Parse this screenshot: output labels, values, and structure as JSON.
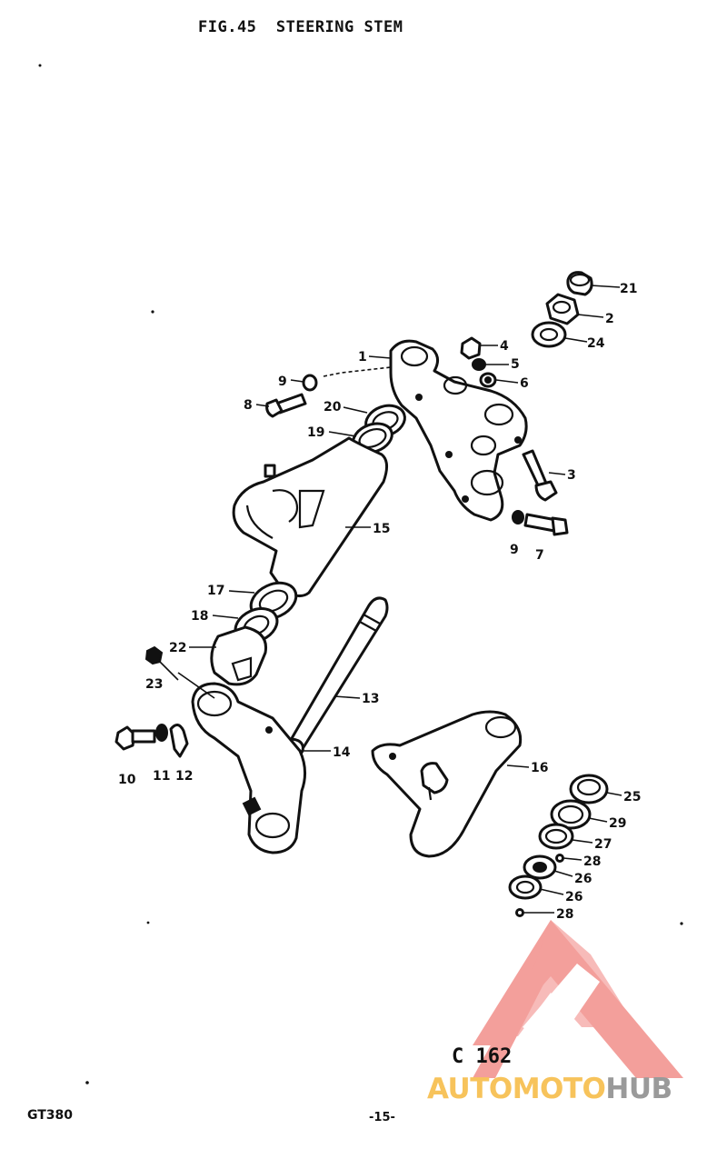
{
  "header": {
    "title": "FIG.45  STEERING STEM"
  },
  "footer": {
    "model": "GT380",
    "page_number": "-15-",
    "code": "C 162"
  },
  "watermark": {
    "text_part1": "AUTOMOTO",
    "text_part2": "HUB",
    "color_part1": "#f7c35b",
    "color_part2": "#9a9a9a",
    "logo_color": "#f28f8a"
  },
  "callouts": [
    {
      "id": "c21",
      "label": "21"
    },
    {
      "id": "c2",
      "label": "2"
    },
    {
      "id": "c24",
      "label": "24"
    },
    {
      "id": "c4",
      "label": "4"
    },
    {
      "id": "c5",
      "label": "5"
    },
    {
      "id": "c6",
      "label": "6"
    },
    {
      "id": "c1",
      "label": "1"
    },
    {
      "id": "c9a",
      "label": "9"
    },
    {
      "id": "c8",
      "label": "8"
    },
    {
      "id": "c20",
      "label": "20"
    },
    {
      "id": "c19",
      "label": "19"
    },
    {
      "id": "c3",
      "label": "3"
    },
    {
      "id": "c15",
      "label": "15"
    },
    {
      "id": "c9b",
      "label": "9"
    },
    {
      "id": "c7",
      "label": "7"
    },
    {
      "id": "c17",
      "label": "17"
    },
    {
      "id": "c18",
      "label": "18"
    },
    {
      "id": "c22",
      "label": "22"
    },
    {
      "id": "c23",
      "label": "23"
    },
    {
      "id": "c13",
      "label": "13"
    },
    {
      "id": "c14",
      "label": "14"
    },
    {
      "id": "c10",
      "label": "10"
    },
    {
      "id": "c11",
      "label": "11"
    },
    {
      "id": "c12",
      "label": "12"
    },
    {
      "id": "c16",
      "label": "16"
    },
    {
      "id": "c25",
      "label": "25"
    },
    {
      "id": "c29",
      "label": "29"
    },
    {
      "id": "c27",
      "label": "27"
    },
    {
      "id": "c28a",
      "label": "28"
    },
    {
      "id": "c26a",
      "label": "26"
    },
    {
      "id": "c26b",
      "label": "26"
    },
    {
      "id": "c28b",
      "label": "28"
    }
  ]
}
